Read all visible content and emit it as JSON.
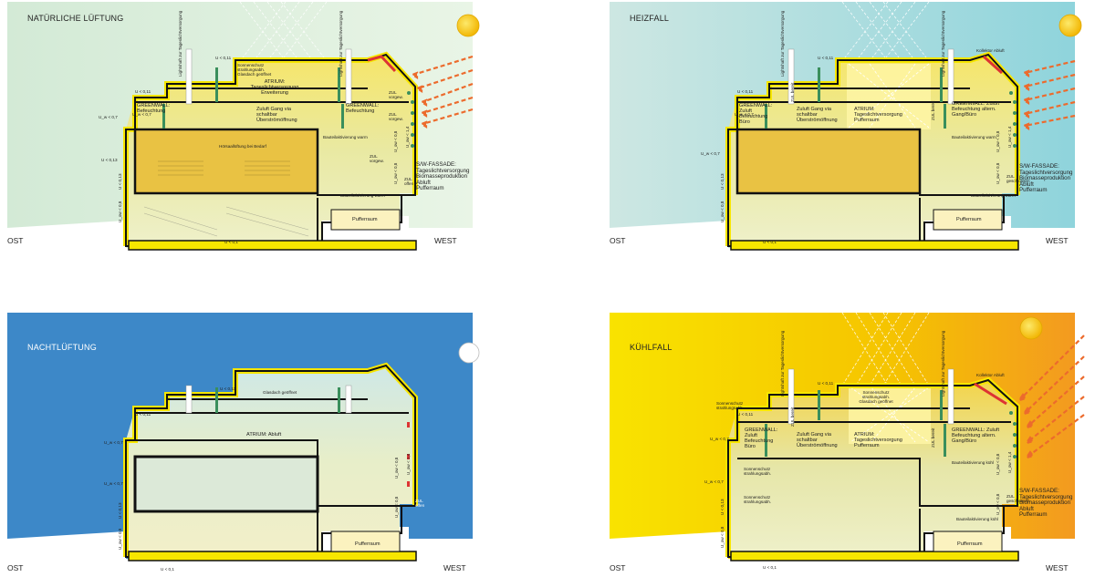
{
  "panels": {
    "p1": {
      "title": "NATÜRLICHE LÜFTUNG",
      "east": "OST",
      "west": "WEST",
      "u_top": "U < 0,11",
      "u_left": "U < 0,11",
      "uw1": "U_w < 0,7",
      "uw2": "U_w < 0,7",
      "u013": "U < 0,13",
      "uow_left": "U_ow < 0,8",
      "u_bottom": "U < 0,1",
      "uow_r1": "U_ow < 0,8",
      "uow_r2": "U_ow < 0,8",
      "uow_14": "U_ow < 1,4",
      "lightshaft_left": "Lightshaft zur Tageslichtversorgung",
      "lightshaft_right": "Lightshaft zur Tageslichtversorgung",
      "sunshade": "Sonnenschutz strahlungsabh. Glasdach geöffnet",
      "atrium": "ATRIUM: Tageslichtversorgung Erweiterung",
      "greenwall_left": "GREENWALL: Befeuchtung",
      "zuluft": "Zuluft Gang via schaltbar Überströmöffnung",
      "greenwall_right": "GREENWALL: Befeuchtung",
      "zul_top": "ZUL vorgew.",
      "zul_mid": "ZUL vorgew.",
      "hall": "Hörsaallüftung bei Bedarf",
      "bauteil_upper": "Bauteilaktivierung warm",
      "zul_lower": "ZUL vorgew.",
      "bauteil_lower": "Bauteilaktivierung warm",
      "zul_small": "ZUL offen",
      "sw_facade": "S/W-FASSADE:\nTageslichtversorgung\nBiomasseproduktion\nAbluft\nPufferraum",
      "puffer": "Pufferraum"
    },
    "p2": {
      "title": "HEIZFALL",
      "east": "OST",
      "west": "WEST",
      "u_top": "U < 0,11",
      "u_left": "U < 0,11",
      "uw1": "U_w < 0,7",
      "uw2": "U_w < 0,7",
      "u013": "U < 0,13",
      "uow_left": "U_ow < 0,8",
      "u_bottom": "U < 0,1",
      "uow_r1": "U_ow < 0,8",
      "uow_r2": "U_ow < 0,8",
      "uow_14": "U_ow < 1,4",
      "lightshaft_left": "Lightshaft zur Tageslichtversorgung",
      "lightshaft_right": "Lightshaft zur Tageslichtversorgung",
      "kollektor": "Kollektor Abluft",
      "greenwall_left": "GREENWALL: Zuluft Befeuchtung Büro",
      "zuluft": "Zuluft Gang via schaltbar Überströmöffnung",
      "atrium": "ATRIUM: Tageslichtversorgung Pufferraum",
      "greenwall_right": "GREENWALL: Zuluft Befeuchtung altern. Gang/Büro",
      "zul_left": "ZUL bereit",
      "zul_right": "ZUL bereit",
      "bauteil_upper": "Bauteilaktivierung warm",
      "bauteil_lower": "Bauteilaktivierung warm",
      "sw_facade": "S/W-FASSADE:\nTageslichtversorgung\nBiomasseproduktion\nAbluft\nPufferraum",
      "sw_small": "ZUL geschlossen",
      "puffer": "Pufferraum"
    },
    "p3": {
      "title": "NACHTLÜFTUNG",
      "east": "OST",
      "west": "WEST",
      "u_top": "U < 0,11",
      "u_left": "U < 0,11",
      "uw1": "U_w < 0,7",
      "uw2": "U_w < 0,7",
      "u013": "U < 0,13",
      "uow_left": "U_ow < 0,8",
      "u_bottom": "U < 0,1",
      "uow_r1": "U_ow < 0,8",
      "uow_r2": "U_ow < 0,8",
      "uow_14": "U_ow < 1,4",
      "glasdach": "Glasdach geöffnet",
      "atrium": "ATRIUM: Abluft",
      "zul_small": "ZUL offen",
      "puffer": "Pufferraum"
    },
    "p4": {
      "title": "KÜHLFALL",
      "east": "OST",
      "west": "WEST",
      "u_top": "U < 0,11",
      "u_left": "U < 0,11",
      "uw1": "U_w < 0,7",
      "uw2": "U_w < 0,7",
      "u013": "U < 0,13",
      "uow_left": "U_ow < 0,8",
      "u_bottom": "U < 0,1",
      "uow_r1": "U_ow < 0,8",
      "uow_r2": "U_ow < 0,8",
      "uow_14": "U_ow < 1,4",
      "lightshaft_left": "Lightshaft zur Tageslichtversorgung",
      "lightshaft_right": "Lightshaft zur Tageslichtversorgung",
      "sunshade_top": "Sonnenschutz strahlungsabh. Glasdach geöffnet",
      "sunshade_left": "Sonnenschutz strahlungsabh.",
      "sunshade_mid": "Sonnenschutz strahlungsabh.",
      "sunshade_low": "Sonnenschutz strahlungsabh.",
      "kollektor": "Kollektor Abluft",
      "greenwall_left": "GREENWALL: Zuluft Befeuchtung Büro",
      "zuluft": "Zuluft Gang via schaltbar Überströmöffnung",
      "atrium": "ATRIUM: Tageslichtversorgung Pufferraum",
      "greenwall_right": "GREENWALL: Zuluft Befeuchtung altern. Gang/Büro",
      "zul_left": "ZUL bereit",
      "zul_right": "ZUL bereit",
      "bauteil_upper": "Bauteilaktivierung kühl",
      "bauteil_lower": "Bauteilaktivierung kühl",
      "sw_facade": "S/W-FASSADE:\nTageslichtversorgung\nBiomasseproduktion\nAbluft\nPufferraum",
      "sw_small": "ZUL geschlossen",
      "puffer": "Pufferraum"
    }
  },
  "colors": {
    "wall": "#111111",
    "insulation": "#f7e600",
    "p1_sky": "#dcefe0",
    "p2_sky": "#a6dce0",
    "p3_sky": "#3d88c8",
    "p4_sky": "#f5d400",
    "sun": "#f6c515",
    "arrow": "#ec6b2d",
    "green": "#2e8b57",
    "puffer": "#fbf2bf"
  }
}
